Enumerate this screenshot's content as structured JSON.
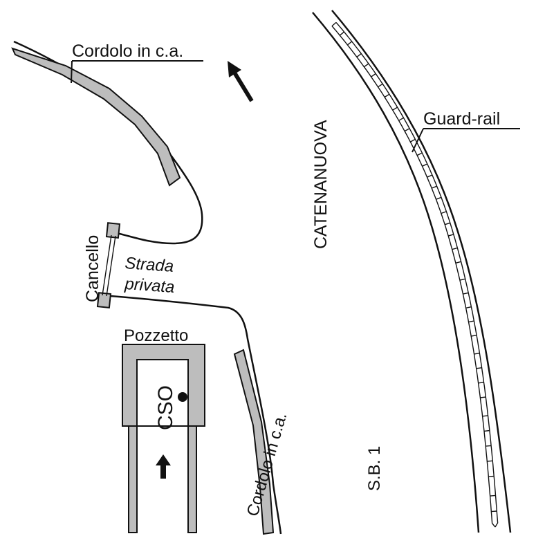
{
  "labels": {
    "cordolo_top": "Cordolo in c.a.",
    "cordolo_bottom": "Cordolo in c.a.",
    "guard_rail": "Guard-rail",
    "catenanuova": "CATENANUOVA",
    "cancello": "Cancello",
    "strada_line1": "Strada",
    "strada_line2": "privata",
    "pozzetto": "Pozzetto",
    "cso": "CSO",
    "sb1": "S.B. 1"
  },
  "colors": {
    "line": "#111111",
    "concrete": "#bdbdbd",
    "background": "#ffffff"
  }
}
